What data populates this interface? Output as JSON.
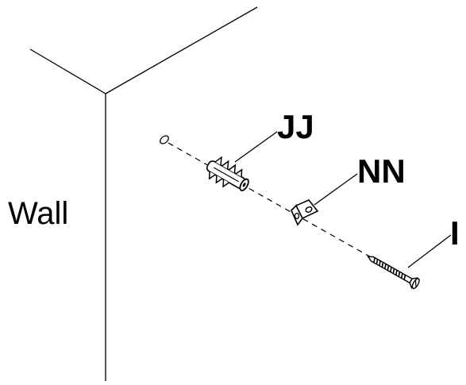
{
  "labels": {
    "wall": "Wall",
    "anchor": "JJ",
    "bracket": "NN",
    "screw": "I"
  },
  "icons": {
    "hole": "drill-hole-icon",
    "anchor": "wall-anchor-icon",
    "bracket": "l-bracket-icon",
    "screw": "wood-screw-icon"
  },
  "colors": {
    "ink": "#000000",
    "background": "#ffffff"
  }
}
